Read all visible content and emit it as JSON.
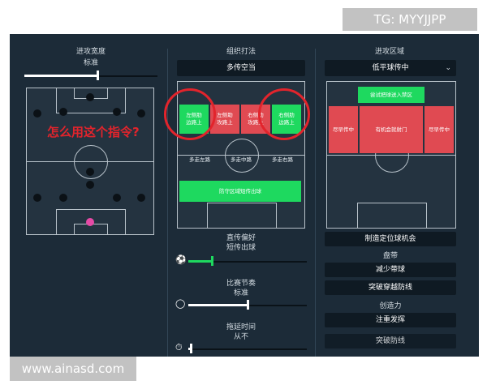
{
  "watermarks": {
    "top": "TG: MYYJJPP",
    "bottom": "www.ainasd.com"
  },
  "left_panel": {
    "header": "进攻宽度",
    "value": "标准",
    "width_level_percent": 55,
    "annotation": "怎么用这个指令?"
  },
  "middle_panel": {
    "header": "组织打法",
    "dropdown_value": "多传空当",
    "zones": {
      "top_left": "左侧肋\n边路上",
      "top_midleft": "左侧助\n攻路上",
      "top_midright": "右侧助\n攻路上",
      "top_right": "右侧肋\n边路上",
      "mid_left": "多走左路",
      "mid_center": "多走中路",
      "mid_right": "多走右路",
      "bottom": "防守区域短传出球"
    },
    "passing": {
      "title": "直传偏好",
      "value": "短传出球",
      "level_percent": 20
    },
    "tempo": {
      "title": "比赛节奏",
      "value": "标准",
      "level_percent": 50
    },
    "time_wasting": {
      "title": "拖延时间",
      "value": "从不",
      "level_percent": 2
    }
  },
  "right_panel": {
    "header": "进攻区域",
    "dropdown_value": "低平球传中",
    "zones": {
      "top": "尝试把球送入禁区",
      "left": "尽早传中",
      "center": "有机会就射门",
      "right": "尽早传中"
    },
    "set_piece_button": "制造定位球机会",
    "dribbling_label": "盘带",
    "dribble_button": "减少带球",
    "through_button": "突破穿越防线",
    "creativity_label": "创造力",
    "discipline_button": "注重发挥",
    "cut_button": "突破防线"
  }
}
